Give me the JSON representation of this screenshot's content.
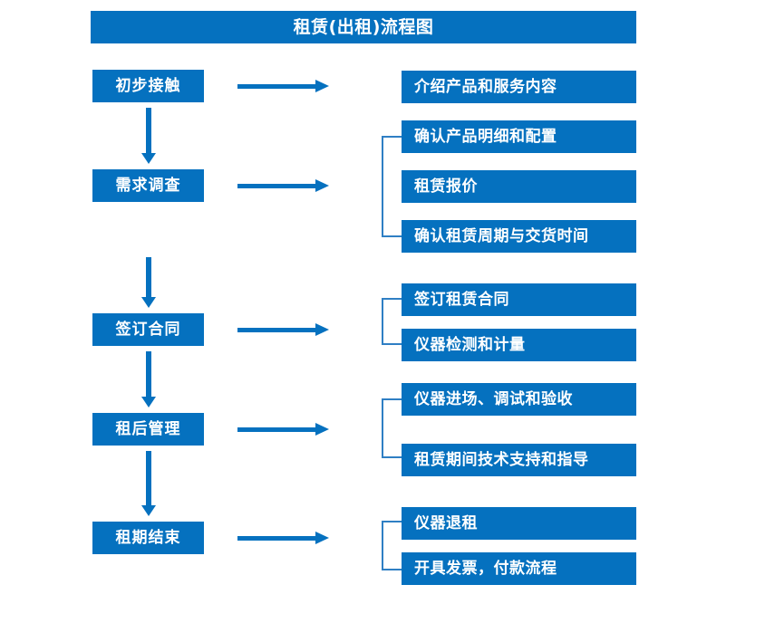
{
  "diagram": {
    "title": "租赁(出租)流程图",
    "accent_color": "#0571bf",
    "bracket_color": "#2f7fc4",
    "text_color": "#ffffff",
    "background_color": "#ffffff"
  },
  "stages": [
    {
      "label": "初步接触"
    },
    {
      "label": "需求调查"
    },
    {
      "label": "签订合同"
    },
    {
      "label": "租后管理"
    },
    {
      "label": "租期结束"
    }
  ],
  "details": [
    {
      "label": "介绍产品和服务内容"
    },
    {
      "label": "确认产品明细和配置"
    },
    {
      "label": "租赁报价"
    },
    {
      "label": "确认租赁周期与交货时间"
    },
    {
      "label": "签订租赁合同"
    },
    {
      "label": "仪器检测和计量"
    },
    {
      "label": "仪器进场、调试和验收"
    },
    {
      "label": "租赁期间技术支持和指导"
    },
    {
      "label": "仪器退租"
    },
    {
      "label": "开具发票，付款流程"
    }
  ],
  "groups": [
    {
      "stage": "需求调查",
      "details": [
        "确认产品明细和配置",
        "租赁报价",
        "确认租赁周期与交货时间"
      ]
    },
    {
      "stage": "签订合同",
      "details": [
        "签订租赁合同",
        "仪器检测和计量"
      ]
    },
    {
      "stage": "租后管理",
      "details": [
        "仪器进场、调试和验收",
        "租赁期间技术支持和指导"
      ]
    },
    {
      "stage": "租期结束",
      "details": [
        "仪器退租",
        "开具发票，付款流程"
      ]
    }
  ],
  "flow_order": [
    "初步接触",
    "需求调查",
    "签订合同",
    "租后管理",
    "租期结束"
  ]
}
